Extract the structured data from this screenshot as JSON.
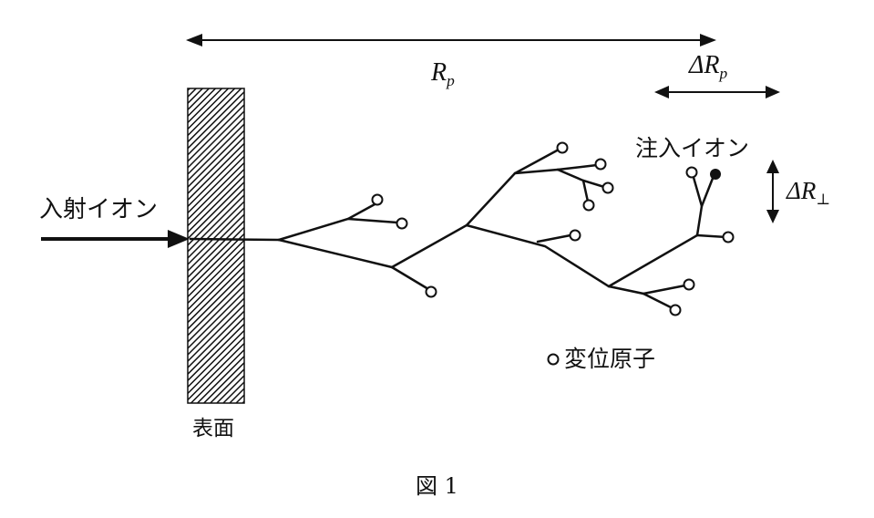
{
  "diagram": {
    "labels": {
      "range": "R",
      "range_sub": "p",
      "range_straggle": "ΔR",
      "range_straggle_sub": "p",
      "lateral_straggle": "ΔR",
      "lateral_straggle_sub": "⊥",
      "incident_ion": "入射イオン",
      "implanted_ion": "注入イオン",
      "surface": "表面",
      "displaced_atom_legend": "変位原子",
      "caption": "図 1"
    },
    "colors": {
      "ink": "#111111",
      "background": "#ffffff"
    },
    "icons": {
      "displaced_atom": "open-circle-icon",
      "implanted_ion": "filled-circle-icon"
    }
  }
}
